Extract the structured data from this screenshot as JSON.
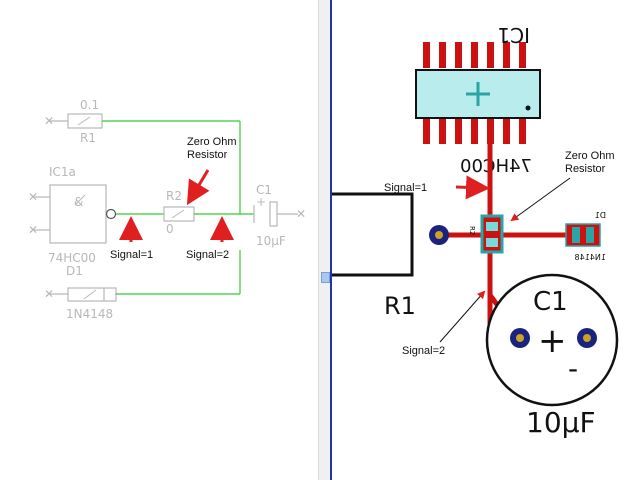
{
  "schematic": {
    "r1_value": "0.1",
    "r1_ref": "R1",
    "ic_ref": "IC1a",
    "gate_symbol": "&",
    "ic_part": "74HC00",
    "r2_ref": "R2",
    "r2_value": "0",
    "c1_ref": "C1",
    "c1_value": "10µF",
    "d1_ref": "D1",
    "d1_part": "1N4148",
    "note_zero_ohm": [
      "Zero Ohm",
      "Resistor"
    ],
    "signal1": "Signal=1",
    "signal2": "Signal=2",
    "colors": {
      "wire": "#33cc33",
      "symbol": "#b8b8b8",
      "arrow": "#e02020"
    }
  },
  "pcb": {
    "ic_ref": "IC1",
    "ic_part": "74HC00",
    "note_zero_ohm": [
      "Zero Ohm",
      "Resistor"
    ],
    "signal1": "Signal=1",
    "signal2": "Signal=2",
    "r1_label": "R1",
    "c1_label": "C1",
    "c1_plus": "+",
    "c1_minus": "-",
    "c1_value": "10µF",
    "d1_ref": "D1",
    "d1_part": "1N4148",
    "r2_ref": "R2",
    "colors": {
      "trace": "#cc1111",
      "pad": "#1a237e",
      "ic_body": "#b9ecec",
      "teal": "#2aa5a5",
      "splitter": "#3344aa"
    }
  }
}
